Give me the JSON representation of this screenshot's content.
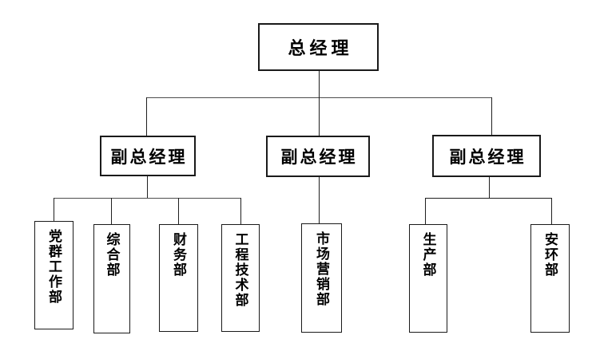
{
  "org": {
    "root": {
      "label": "总经理"
    },
    "deputies": [
      {
        "label": "副总经理",
        "departments": [
          {
            "label": "党群工作部"
          },
          {
            "label": "综合部"
          },
          {
            "label": "财务部"
          },
          {
            "label": "工程技术部"
          }
        ]
      },
      {
        "label": "副总经理",
        "departments": [
          {
            "label": "市场营销部"
          }
        ]
      },
      {
        "label": "副总经理",
        "departments": [
          {
            "label": "生产部"
          },
          {
            "label": "安环部"
          }
        ]
      }
    ],
    "colors": {
      "background": "#ffffff",
      "box_border": "#1a1a1a",
      "line": "#1f1f1f",
      "text": "#000000"
    }
  }
}
